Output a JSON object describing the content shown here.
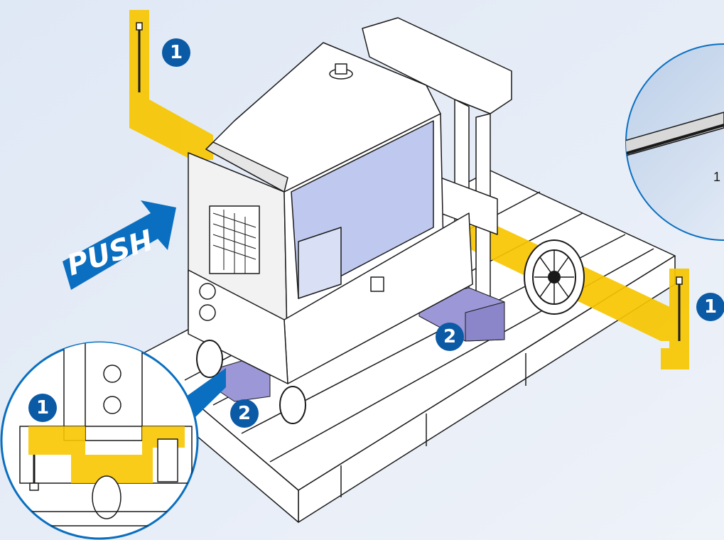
{
  "push_label": "PUSH",
  "badges": {
    "one_top_left": "1",
    "one_right": "1",
    "one_inset": "1",
    "two_center": "2",
    "two_inset": "2"
  },
  "detail_partial_text": "1",
  "colors": {
    "background": "#e9eff8",
    "accent_blue": "#0a6fc0",
    "badge_blue": "#0b5aa6",
    "highlight_yellow": "#f7c600",
    "block_purple": "#9c97d6",
    "outline": "#1a1a1a"
  },
  "icons": [
    "push-arrow-icon",
    "bolt-icon",
    "wheel-icon"
  ]
}
